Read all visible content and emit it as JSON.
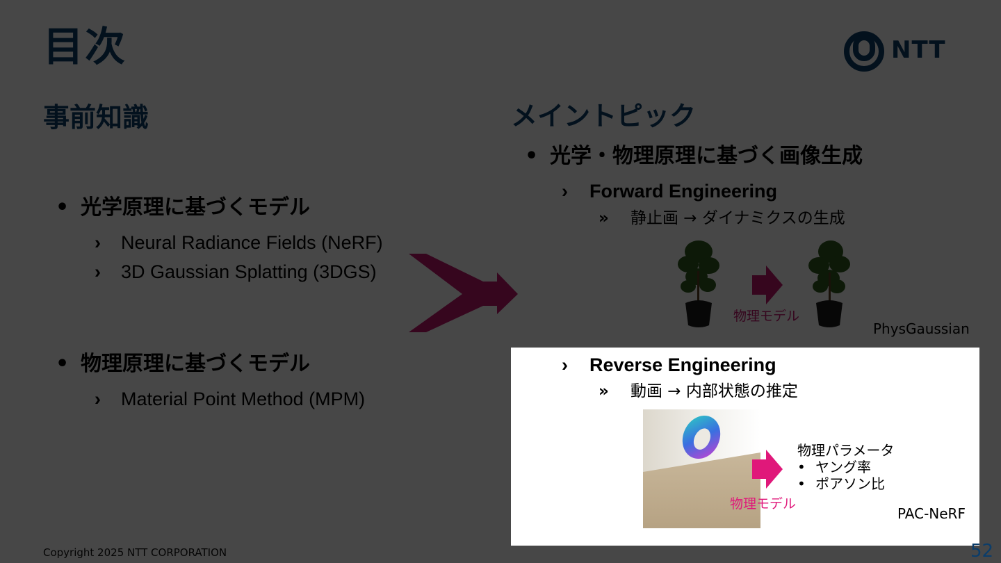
{
  "slide": {
    "title": "目次",
    "logo_text": "NTT",
    "footer": "Copyright 2025 NTT CORPORATION",
    "page_number": "52"
  },
  "left": {
    "heading": "事前知識",
    "groups": [
      {
        "label": "光学原理に基づくモデル",
        "items": [
          "Neural Radiance Fields (NeRF)",
          "3D Gaussian Splatting (3DGS)"
        ]
      },
      {
        "label": "物理原理に基づくモデル",
        "items": [
          "Material Point Method (MPM)"
        ]
      }
    ]
  },
  "right": {
    "heading": "メイントピック",
    "topic": "光学・物理原理に基づく画像生成",
    "forward": {
      "label": "Forward Engineering",
      "detail": "静止画 → ダイナミクスの生成",
      "arrow_label": "物理モデル",
      "caption": "PhysGaussian"
    },
    "reverse": {
      "label": "Reverse Engineering",
      "detail": "動画 → 内部状態の推定",
      "arrow_label": "物理モデル",
      "params_title": "物理パラメータ",
      "params": [
        "ヤング率",
        "ポアソン比"
      ],
      "caption": "PAC-NeRF"
    }
  },
  "markers": {
    "bullet": "•",
    "sub": "›",
    "subsub": "»"
  },
  "colors": {
    "title": "#0b3d6a",
    "big_arrow": "#c0166e",
    "small_arrow": "#e0187a",
    "dim_overlay": "rgba(0,0,0,0.72)"
  },
  "icons": [
    "ntt-logo-icon",
    "merge-arrow-icon",
    "right-arrow-icon",
    "plant-icon",
    "torus-icon"
  ]
}
